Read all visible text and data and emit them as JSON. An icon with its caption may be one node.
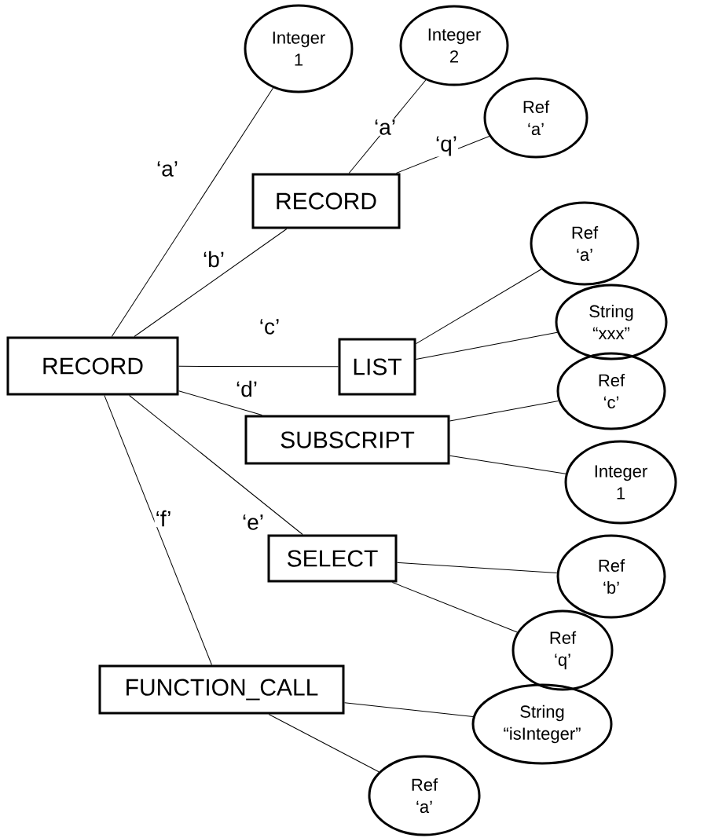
{
  "diagram": {
    "nodes": [
      {
        "text": [
          "RECORD"
        ]
      },
      {
        "text": [
          "Integer",
          "1"
        ]
      },
      {
        "text": [
          "RECORD"
        ]
      },
      {
        "text": [
          "Integer",
          "2"
        ]
      },
      {
        "text": [
          "Ref",
          "‘a’"
        ]
      },
      {
        "text": [
          "LIST"
        ]
      },
      {
        "text": [
          "Ref",
          "‘a’"
        ]
      },
      {
        "text": [
          "String",
          "“xxx”"
        ]
      },
      {
        "text": [
          "SUBSCRIPT"
        ]
      },
      {
        "text": [
          "Ref",
          "‘c’"
        ]
      },
      {
        "text": [
          "Integer",
          "1"
        ]
      },
      {
        "text": [
          "SELECT"
        ]
      },
      {
        "text": [
          "Ref",
          "‘b’"
        ]
      },
      {
        "text": [
          "Ref",
          "‘q’"
        ]
      },
      {
        "text": [
          "FUNCTION_CALL"
        ]
      },
      {
        "text": [
          "String",
          "“isInteger”"
        ]
      },
      {
        "text": [
          "Ref",
          "‘a’"
        ]
      }
    ],
    "edges": [
      {
        "from": 0,
        "to": 1,
        "arrow": "none",
        "label": "‘a’"
      },
      {
        "from": 0,
        "to": 2,
        "arrow": "none",
        "label": "‘b’"
      },
      {
        "from": 0,
        "to": 5,
        "arrow": "none",
        "label": "‘c’"
      },
      {
        "from": 0,
        "to": 8,
        "arrow": "none",
        "label": "‘d’"
      },
      {
        "from": 0,
        "to": 11,
        "arrow": "none",
        "label": "‘e’"
      },
      {
        "from": 0,
        "to": 14,
        "arrow": "none",
        "label": "‘f’"
      },
      {
        "from": 2,
        "to": 3,
        "arrow": "none",
        "label": "‘a’"
      },
      {
        "from": 2,
        "to": 4,
        "arrow": "none",
        "label": "‘q’"
      },
      {
        "from": 5,
        "to": 6,
        "arrow": "none"
      },
      {
        "from": 5,
        "to": 7,
        "arrow": "none"
      },
      {
        "from": 8,
        "to": 9,
        "arrow": "none"
      },
      {
        "from": 8,
        "to": 10,
        "arrow": "none"
      },
      {
        "from": 11,
        "to": 12,
        "arrow": "none"
      },
      {
        "from": 11,
        "to": 13,
        "arrow": "none"
      },
      {
        "from": 14,
        "to": 15,
        "arrow": "none"
      },
      {
        "from": 14,
        "to": 16,
        "arrow": "none"
      }
    ]
  }
}
